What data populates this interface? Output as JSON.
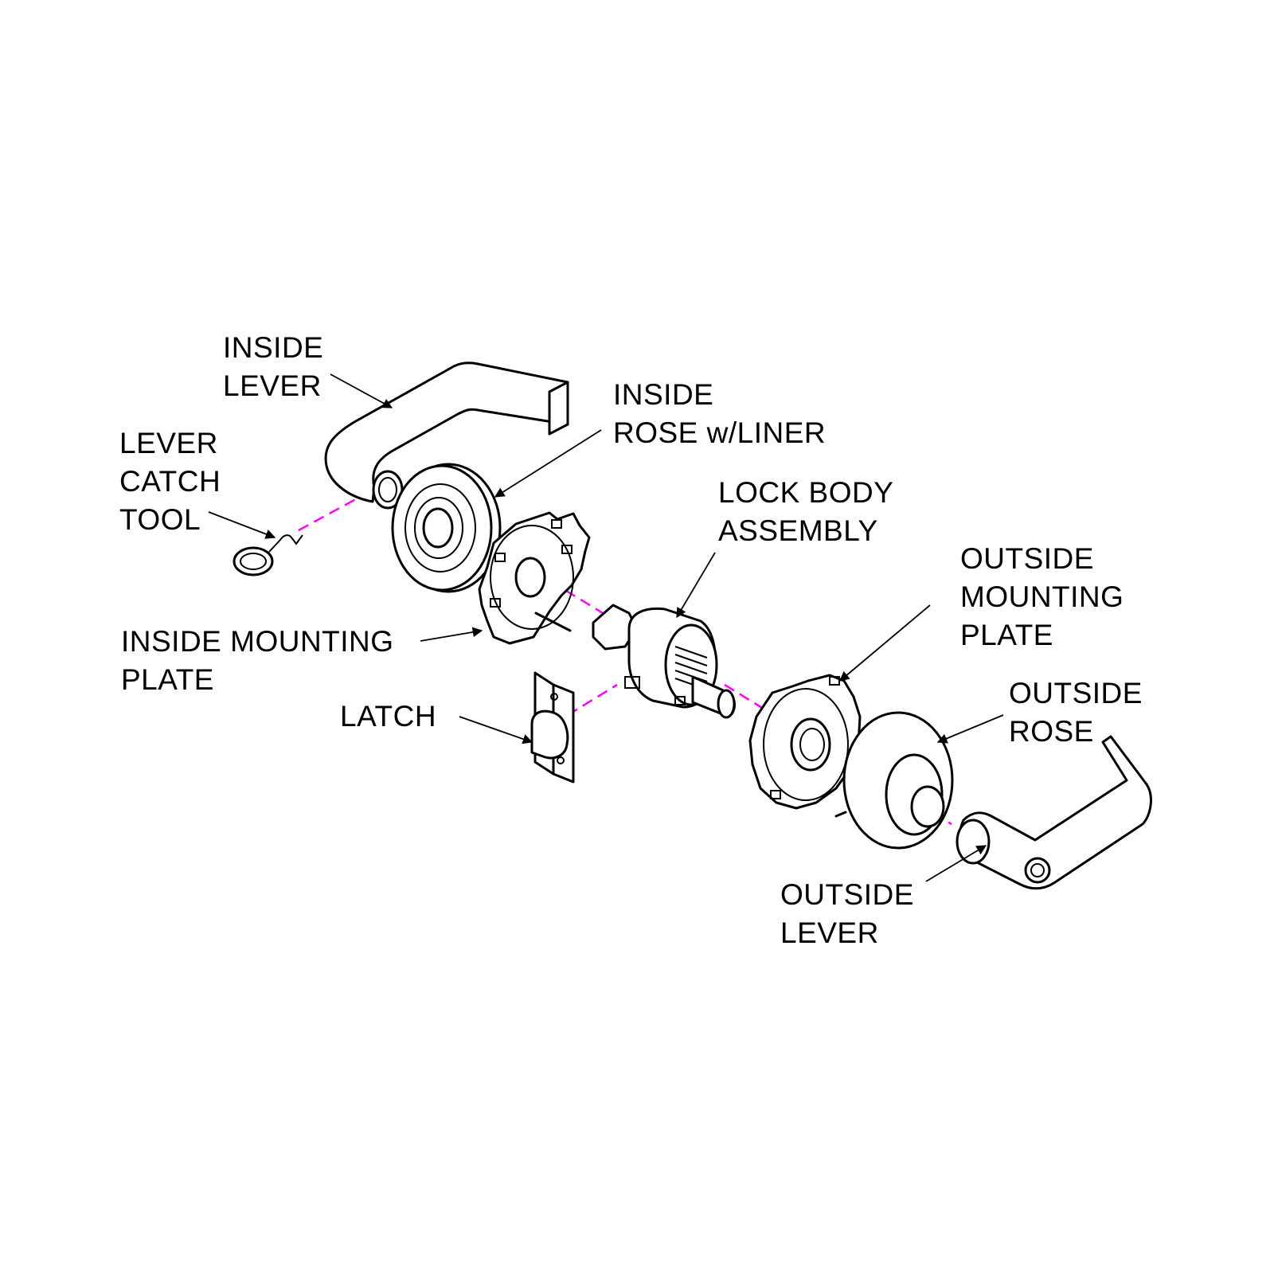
{
  "colors": {
    "line": "#000000",
    "axis": "#ff00ff",
    "background": "#ffffff"
  },
  "labels": {
    "inside_lever": [
      "INSIDE",
      "LEVER"
    ],
    "inside_rose": [
      "INSIDE",
      "ROSE w/LINER"
    ],
    "lever_catch_tool": [
      "LEVER",
      "CATCH",
      "TOOL"
    ],
    "lock_body": [
      "LOCK BODY",
      "ASSEMBLY"
    ],
    "outside_mounting_plate": [
      "OUTSIDE",
      "MOUNTING",
      "PLATE"
    ],
    "inside_mounting_plate": [
      "INSIDE MOUNTING",
      "PLATE"
    ],
    "outside_rose": [
      "OUTSIDE",
      "ROSE"
    ],
    "latch": [
      "LATCH"
    ],
    "outside_lever": [
      "OUTSIDE",
      "LEVER"
    ]
  }
}
